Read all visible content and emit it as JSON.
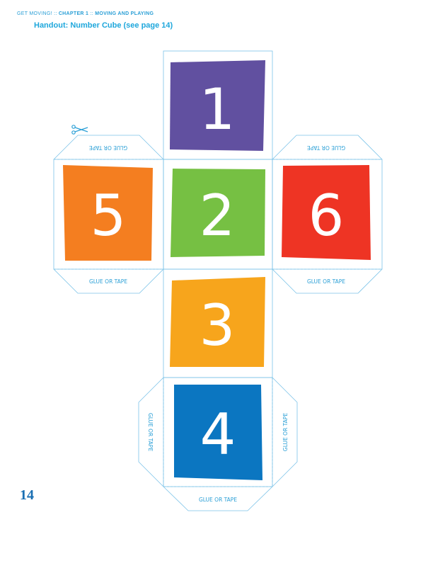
{
  "header": {
    "series": "GET MOVING!",
    "sep1": " :: ",
    "chapter": "CHAPTER 1",
    "sep2": " :: ",
    "section": "MOVING AND PLAYING"
  },
  "title": "Handout: Number Cube (see page 14)",
  "glue_label": "GLUE OR TAPE",
  "faces": {
    "one": {
      "number": "1",
      "color": "#6150a0"
    },
    "two": {
      "number": "2",
      "color": "#76c043"
    },
    "three": {
      "number": "3",
      "color": "#f7a51c"
    },
    "four": {
      "number": "4",
      "color": "#0b76c1"
    },
    "five": {
      "number": "5",
      "color": "#f47e20"
    },
    "six": {
      "number": "6",
      "color": "#ee3424"
    }
  },
  "page_number": "14",
  "colors": {
    "accent": "#2a9fd6",
    "cut_line": "#7cc3e8"
  },
  "icons": {
    "scissors": "scissors-icon"
  }
}
